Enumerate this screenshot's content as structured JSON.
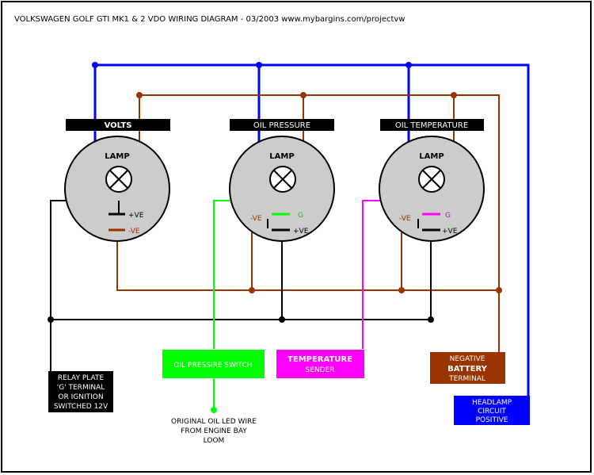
{
  "title": "VOLKSWAGEN GOLF GTI MK1 & 2 VDO WIRING DIAGRAM - 03/2003 www.mybargins.com/projectvw",
  "gauges": {
    "volts": {
      "label": "VOLTS",
      "lamp": "LAMP",
      "pos": "+VE",
      "neg": "-VE"
    },
    "oil_pressure": {
      "label": "OIL PRESSURE",
      "lamp": "LAMP",
      "neg": "-VE",
      "g": "G",
      "pos": "+VE"
    },
    "oil_temperature": {
      "label": "OIL TEMPERATURE",
      "lamp": "LAMP",
      "neg": "-VE",
      "g": "G",
      "pos": "+VE"
    }
  },
  "boxes": {
    "relay": [
      "RELAY PLATE",
      "'G' TERMINAL",
      "OR IGNITION",
      "SWITCHED 12V"
    ],
    "oil_switch": "OIL PRESSIRE SWITCH",
    "temp_sender": [
      "TEMPERATURE",
      "SENDER"
    ],
    "battery": [
      "NEGATIVE",
      "BATTERY",
      "TERMINAL"
    ],
    "headlamp": [
      "HEADLAMP",
      "CIRCUIT",
      "POSITIVE"
    ]
  },
  "oil_led_note": [
    "ORIGINAL OIL LED WIRE",
    "FROM ENGINE BAY",
    "LOOM"
  ],
  "colors": {
    "blue": "#0000ff",
    "brown": "#993300",
    "black": "#000000",
    "green": "#00ff00",
    "magenta": "#ff00ff",
    "gauge": "#cccccc",
    "label_bg": "#000000"
  }
}
